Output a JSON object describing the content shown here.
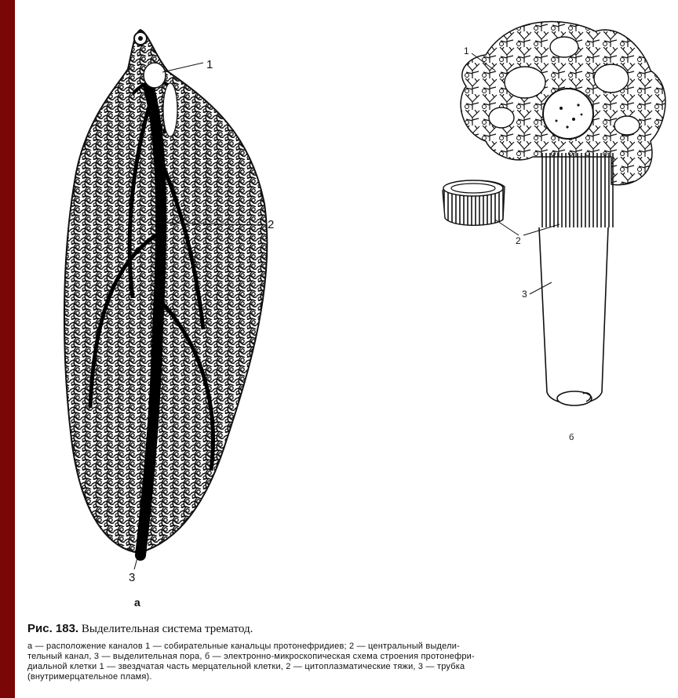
{
  "figure": {
    "label_a": "а",
    "label_b": "б",
    "left_callouts": {
      "c1": "1",
      "c2": "2",
      "c3": "3"
    },
    "right_callouts": {
      "c1": "1",
      "c2": "2",
      "c3": "3"
    }
  },
  "caption": {
    "fig_number": "Рис. 183.",
    "title": "Выделительная система трематод.",
    "line1": "а — расположение каналов 1 — собирательные канальцы протонефридиев; 2 — центральный выдели-",
    "line2": "тельный канал, 3 — выделительная пора, б — электронно-микроскопическая схема строения протонефри-",
    "line3": "диальной клетки 1 — звездчатая часть мерцательной клетки, 2 — цитоплазматические тяжи, 3 — трубка",
    "line4": "(внутримерцательное пламя)."
  },
  "colors": {
    "frame": "#7a0606",
    "paper": "#ffffff",
    "ink": "#111111"
  }
}
